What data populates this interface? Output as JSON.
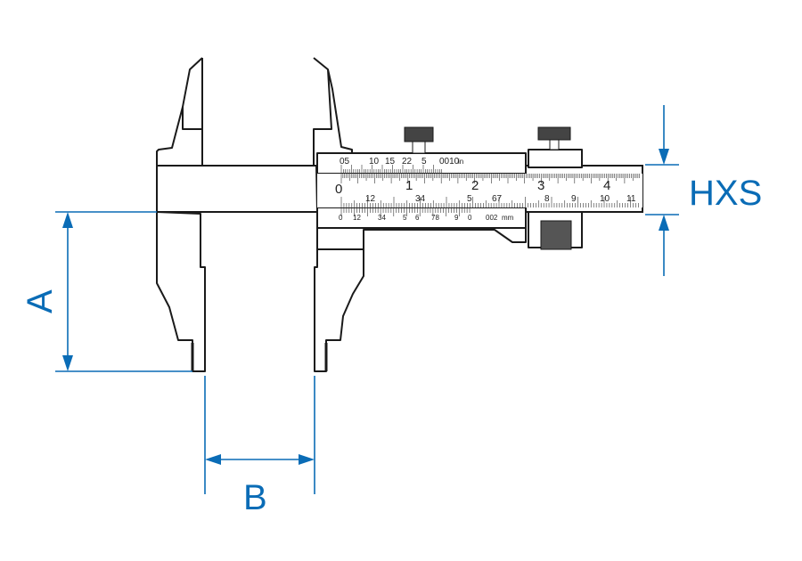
{
  "dimensions": {
    "a_label": "A",
    "b_label": "B",
    "hxs_label": "HXS"
  },
  "colors": {
    "dimension": "#0a6cb6",
    "outline": "#1a1a1a"
  },
  "scales": {
    "inch_vernier": {
      "labels": [
        "05",
        "10",
        "15",
        "22",
        "5"
      ],
      "resolution": "0010",
      "unit": "in"
    },
    "inch_main": {
      "labels": [
        "0",
        "1",
        "2",
        "3",
        "4"
      ]
    },
    "mm_main": {
      "labels": [
        "12",
        "34",
        "5",
        "67",
        "8",
        "9",
        "10",
        "11"
      ]
    },
    "mm_vernier": {
      "labels": [
        "0",
        "12",
        "34",
        "5",
        "6",
        "78",
        "9",
        "0"
      ],
      "resolution": "002",
      "unit": "mm"
    }
  }
}
